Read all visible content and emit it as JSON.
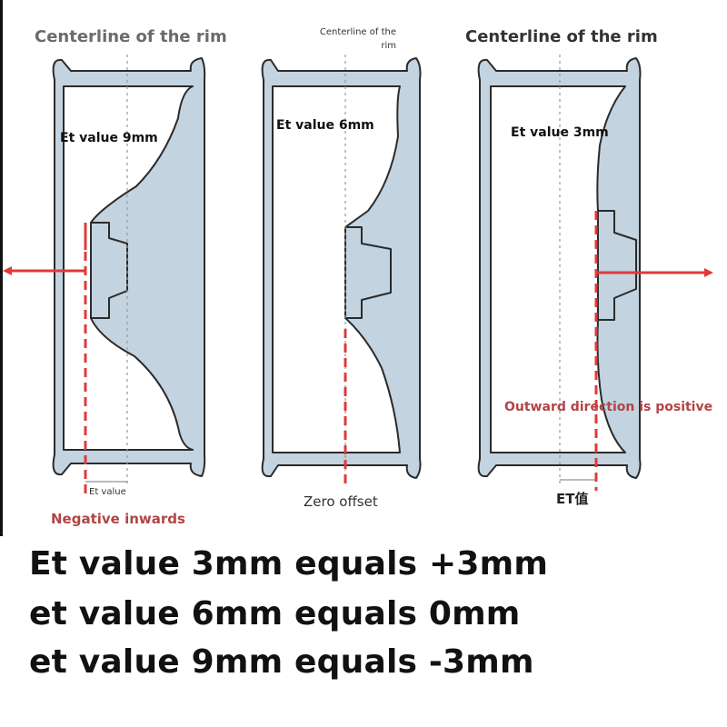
{
  "panels": {
    "left": {
      "centerline_label": "Centerline of the rim",
      "et_label": "Et value 9mm",
      "dim_label": "Et value",
      "note": "Negative inwards"
    },
    "middle": {
      "centerline_label": "Centerline of the rim",
      "et_label": "Et value 6mm",
      "dim_label": "Zero offset"
    },
    "right": {
      "centerline_label": "Centerline of the rim",
      "et_label": "Et value 3mm",
      "dim_label": "ET值",
      "note": "Outward direction is positive"
    }
  },
  "equations": [
    "Et value 3mm equals +3mm",
    "et value 6mm equals 0mm",
    "et value 9mm equals -3mm"
  ],
  "colors": {
    "rim_fill": "#c3d3e0",
    "rim_stroke": "#2b2b2b",
    "arrow": "#e03a3a",
    "note_text": "#b04545",
    "centerline": "#999999"
  }
}
